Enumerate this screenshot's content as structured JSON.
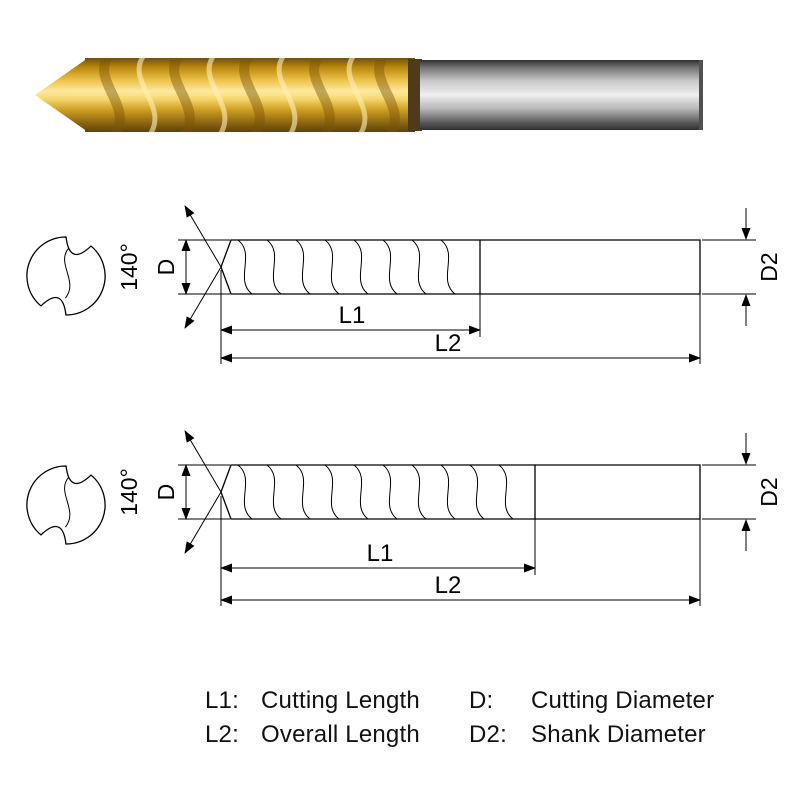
{
  "labels": {
    "angle": "140°",
    "cutting_diameter": "D",
    "shank_diameter": "D2",
    "cutting_length": "L1",
    "overall_length": "L2"
  },
  "legend": {
    "rows": [
      {
        "key1": "L1:",
        "val1": "Cutting Length",
        "key2": "D:",
        "val2": "Cutting Diameter"
      },
      {
        "key1": "L2:",
        "val1": "Overall Length",
        "key2": "D2:",
        "val2": "Shank Diameter"
      }
    ]
  },
  "colors": {
    "line": "#000000",
    "flute_gold": "#d9a92c",
    "shank_steel": "#c9c9c9",
    "background": "#ffffff",
    "text": "#121212"
  }
}
